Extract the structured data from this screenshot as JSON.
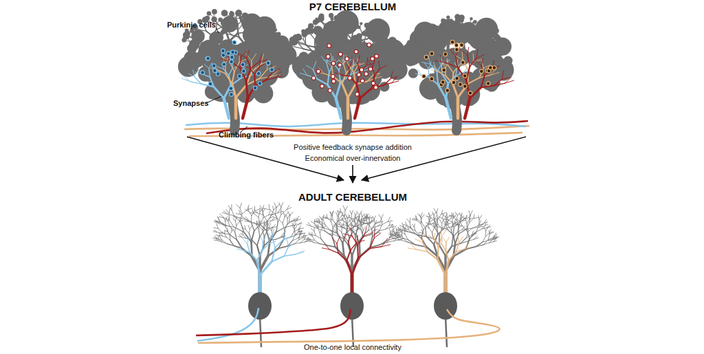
{
  "diagram": {
    "labels": [
      "P7 CEREBELLUM",
      "Purkinje cells",
      "Synapses",
      "Climbing fibers",
      "Positive feedback synapse addition",
      "Economical over-innervation",
      "ADULT CEREBELLUM",
      "One-to-one local connectivity"
    ]
  }
}
